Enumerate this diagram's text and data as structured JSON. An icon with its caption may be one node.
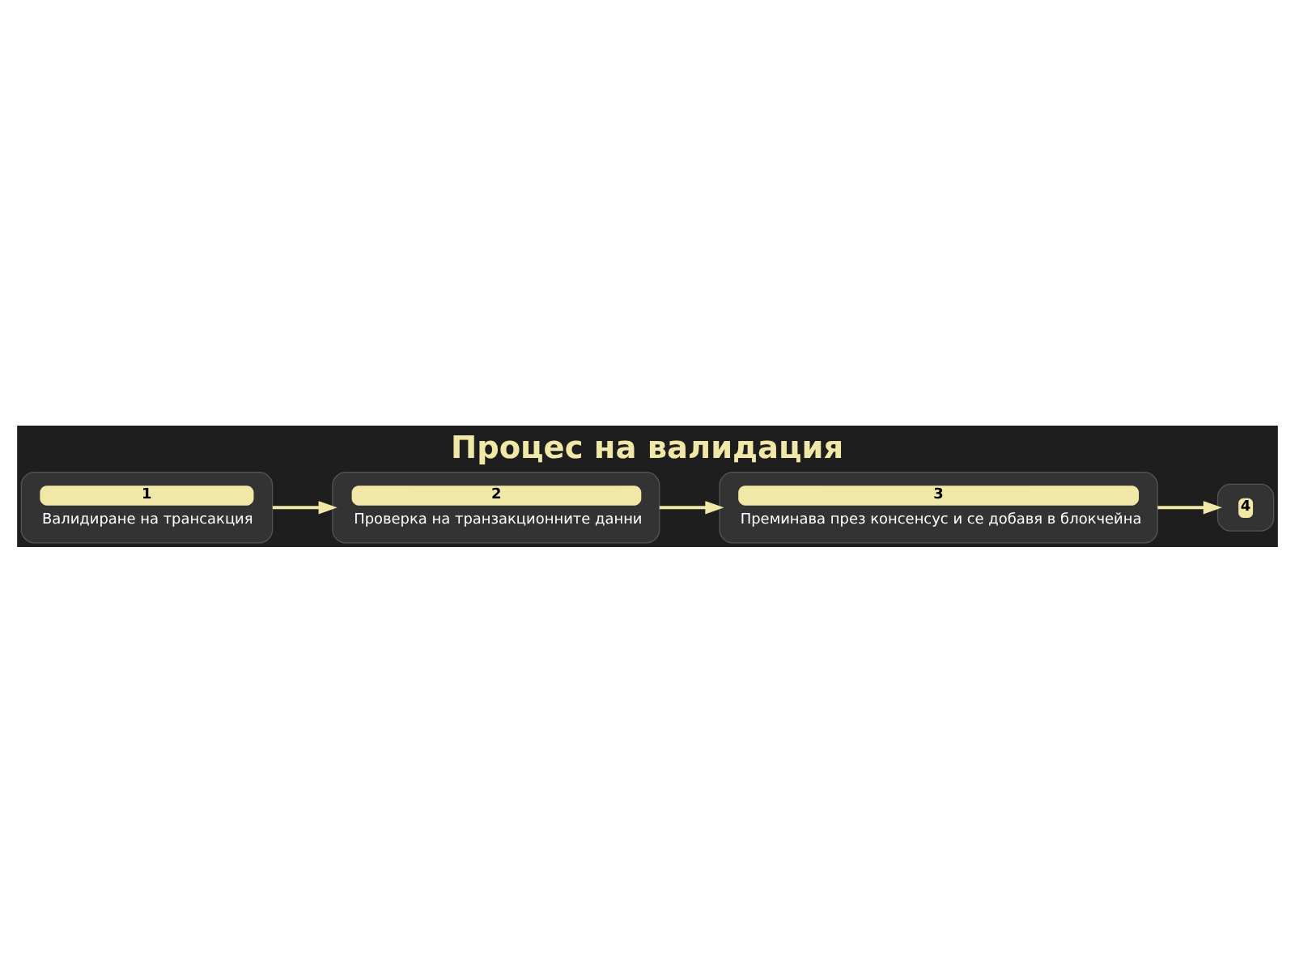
{
  "diagram": {
    "title": "Процес на валидация",
    "nodes": [
      {
        "text": [
          "1",
          "Валидиране на трансакция"
        ]
      },
      {
        "text": [
          "2",
          "Проверка на транзакционните данни"
        ]
      },
      {
        "text": [
          "3",
          "Преминава през консенсус и се добавя в блокчейна"
        ]
      },
      {
        "text": [
          "4"
        ]
      }
    ],
    "edges": [
      {
        "from": 0,
        "to": 1,
        "arrow": "to"
      },
      {
        "from": 1,
        "to": 2,
        "arrow": "to"
      },
      {
        "from": 2,
        "to": 3,
        "arrow": "to"
      }
    ]
  }
}
